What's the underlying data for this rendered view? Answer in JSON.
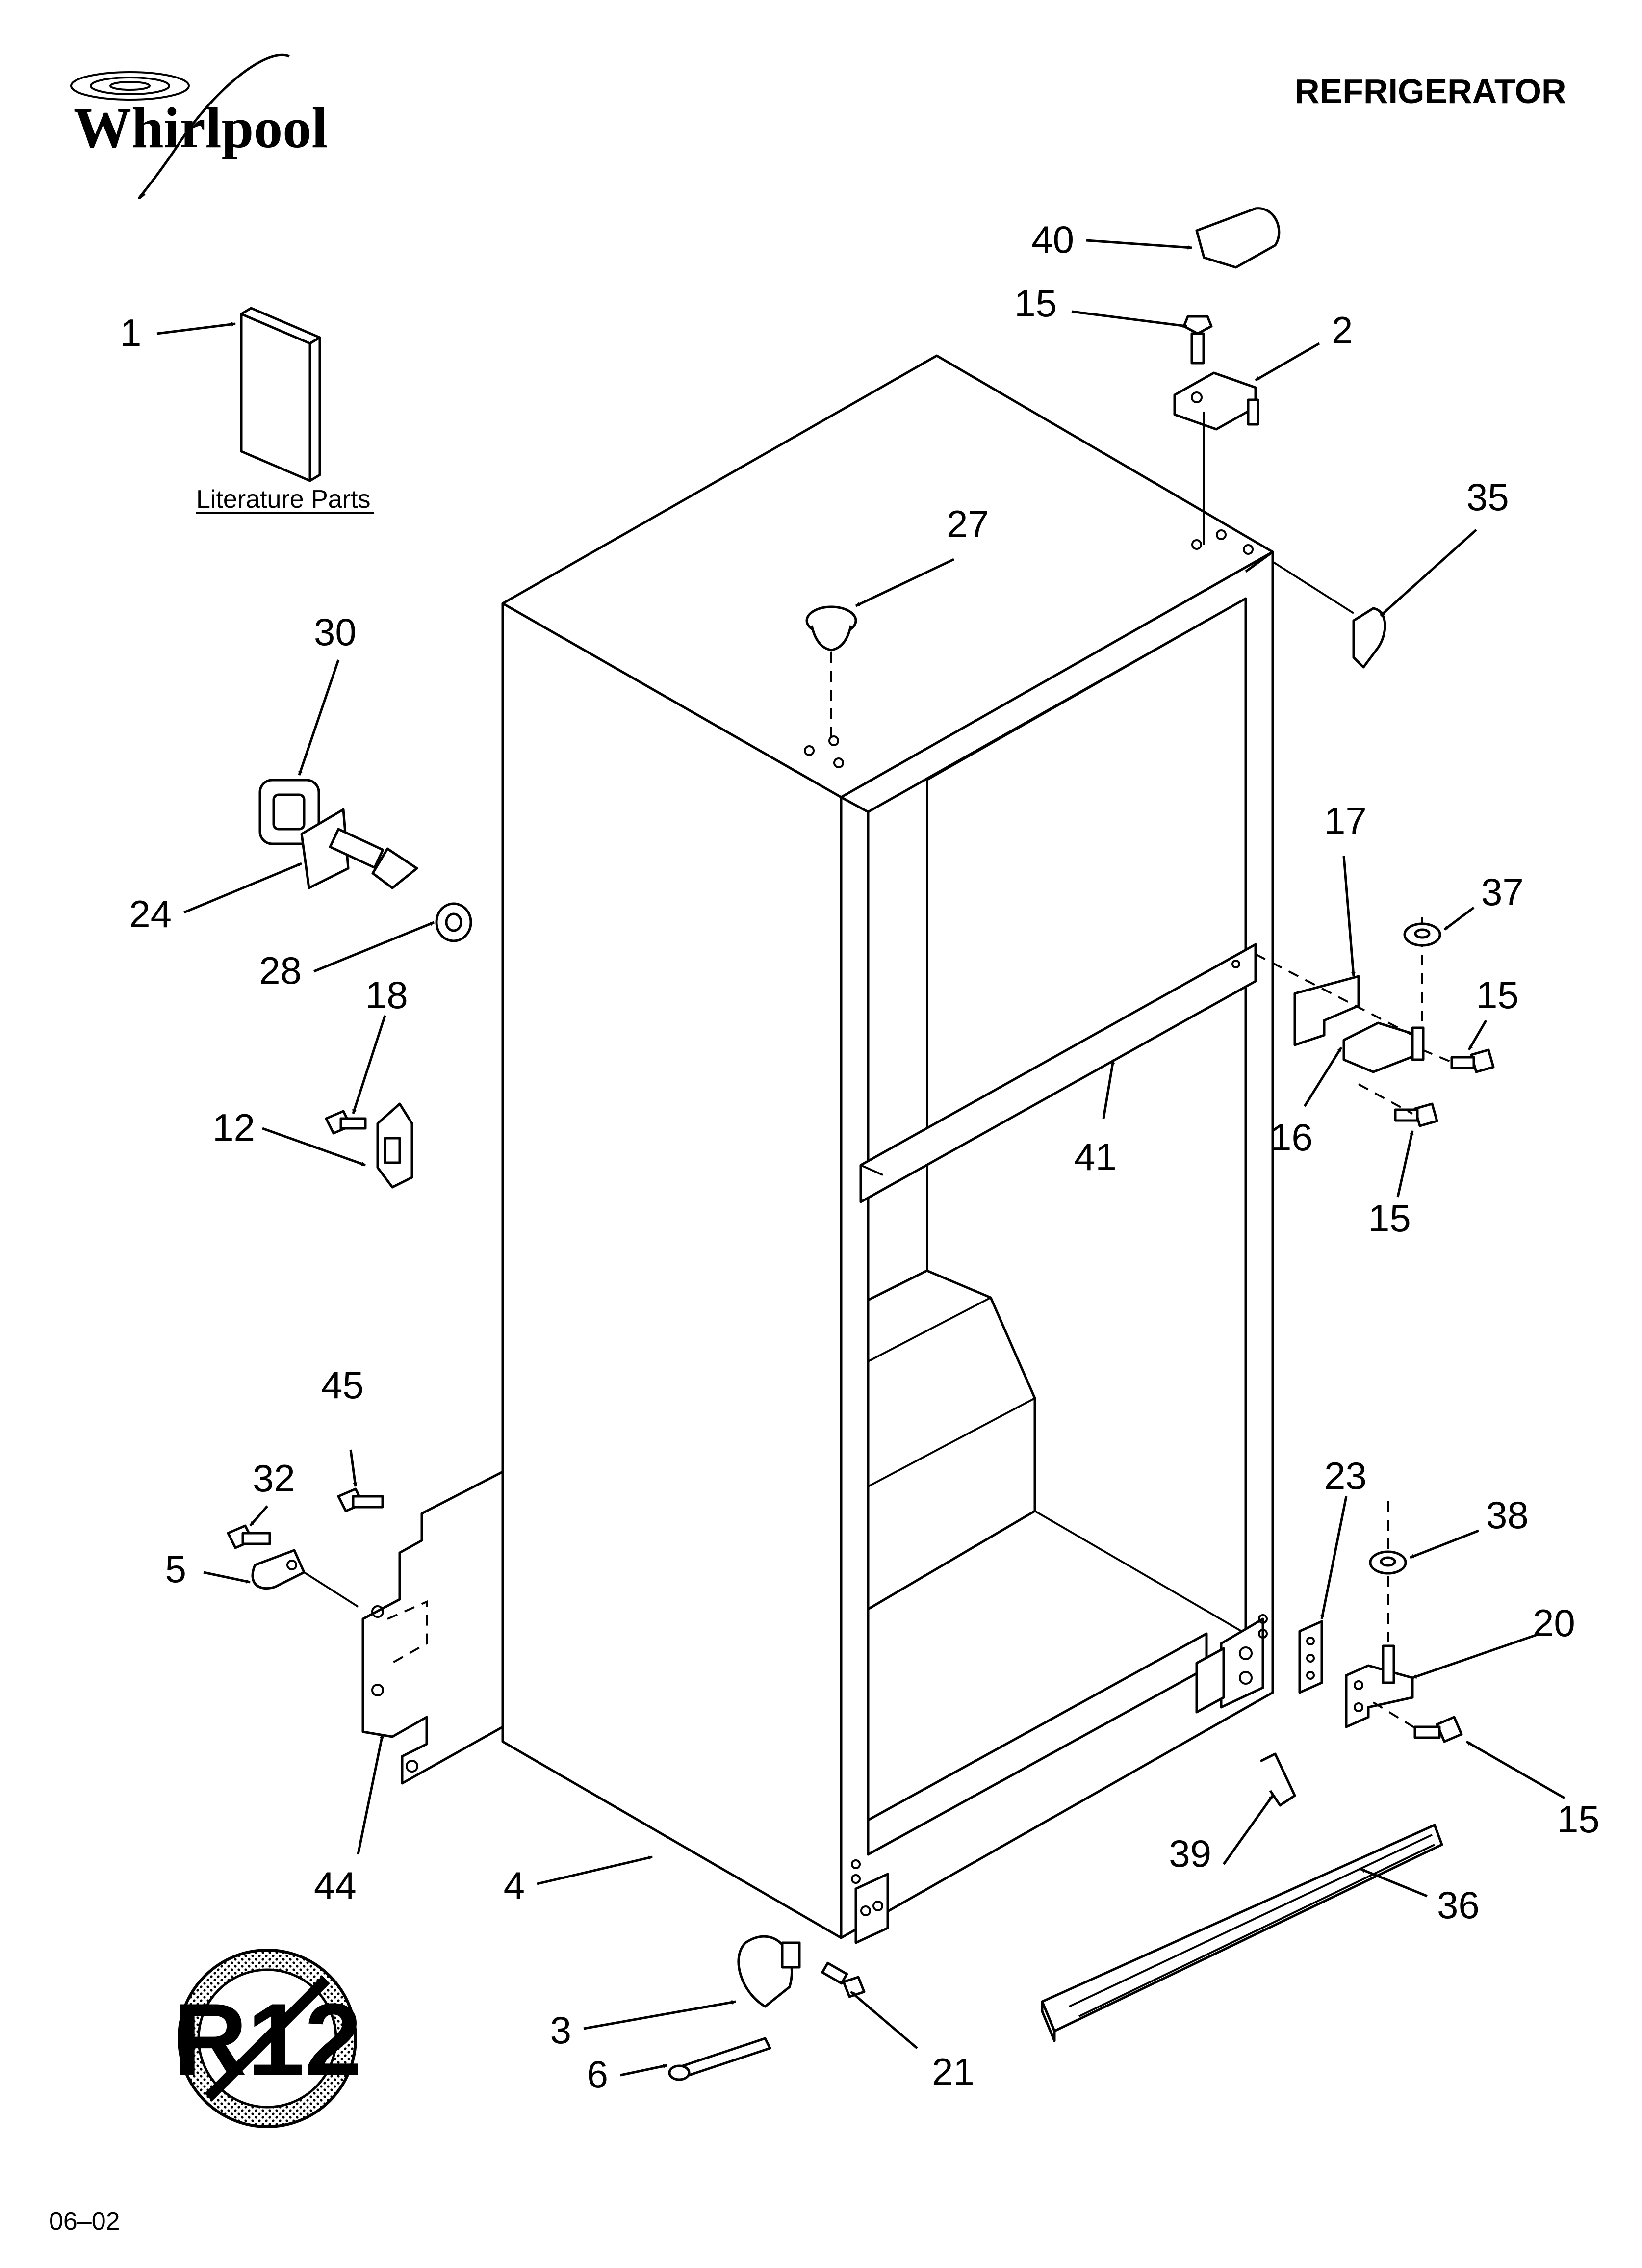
{
  "brand": {
    "logo_text": "Whirlpool"
  },
  "header": {
    "title": "REFRIGERATOR"
  },
  "literature": {
    "label": "Literature Parts"
  },
  "footer": {
    "date_code": "06–02"
  },
  "seal": {
    "text": "R12"
  },
  "callouts": [
    {
      "id": "c1",
      "label": "1"
    },
    {
      "id": "c2",
      "label": "2"
    },
    {
      "id": "c3",
      "label": "3"
    },
    {
      "id": "c4",
      "label": "4"
    },
    {
      "id": "c5",
      "label": "5"
    },
    {
      "id": "c6",
      "label": "6"
    },
    {
      "id": "c12",
      "label": "12"
    },
    {
      "id": "c15a",
      "label": "15"
    },
    {
      "id": "c15b",
      "label": "15"
    },
    {
      "id": "c15c",
      "label": "15"
    },
    {
      "id": "c15d",
      "label": "15"
    },
    {
      "id": "c16",
      "label": "16"
    },
    {
      "id": "c17",
      "label": "17"
    },
    {
      "id": "c18",
      "label": "18"
    },
    {
      "id": "c20",
      "label": "20"
    },
    {
      "id": "c21",
      "label": "21"
    },
    {
      "id": "c23",
      "label": "23"
    },
    {
      "id": "c24",
      "label": "24"
    },
    {
      "id": "c27",
      "label": "27"
    },
    {
      "id": "c28",
      "label": "28"
    },
    {
      "id": "c30",
      "label": "30"
    },
    {
      "id": "c32",
      "label": "32"
    },
    {
      "id": "c35",
      "label": "35"
    },
    {
      "id": "c36",
      "label": "36"
    },
    {
      "id": "c37",
      "label": "37"
    },
    {
      "id": "c38",
      "label": "38"
    },
    {
      "id": "c39",
      "label": "39"
    },
    {
      "id": "c40",
      "label": "40"
    },
    {
      "id": "c41",
      "label": "41"
    },
    {
      "id": "c44",
      "label": "44"
    },
    {
      "id": "c45",
      "label": "45"
    }
  ]
}
